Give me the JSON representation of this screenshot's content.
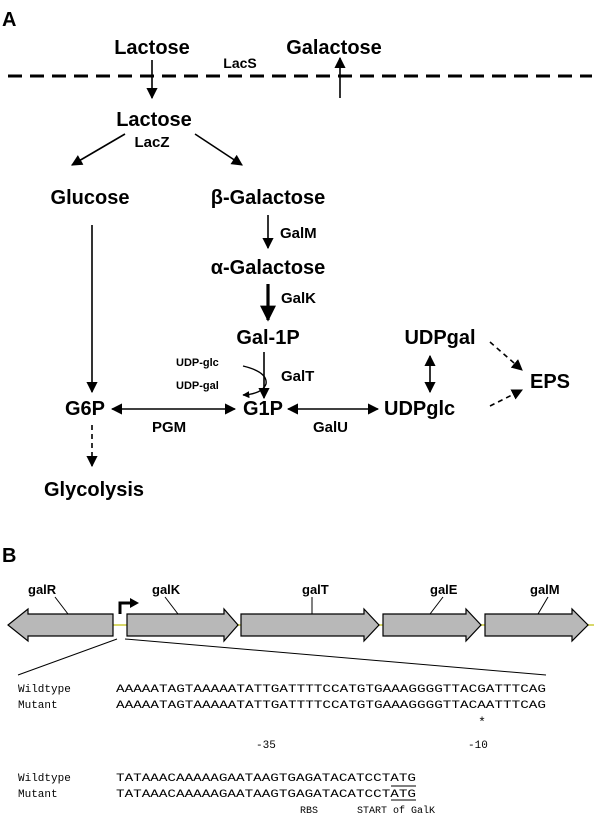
{
  "panel_a": {
    "panel_label": "A",
    "lactose_out": "Lactose",
    "galactose_out": "Galactose",
    "lacs": "LacS",
    "lactose_in": "Lactose",
    "lacz": "LacZ",
    "glucose": "Glucose",
    "beta_galactose": "β-Galactose",
    "galm": "GalM",
    "alpha_galactose": "α-Galactose",
    "galk": "GalK",
    "gal1p": "Gal-1P",
    "udp_glc": "UDP-glc",
    "udp_gal": "UDP-gal",
    "galt": "GalT",
    "udpgal": "UDPgal",
    "eps": "EPS",
    "g6p": "G6P",
    "g1p": "G1P",
    "udpglc": "UDPglc",
    "pgm": "PGM",
    "galu": "GalU",
    "glycolysis": "Glycolysis"
  },
  "panel_b": {
    "panel_label": "B",
    "genes": [
      "galR",
      "galK",
      "galT",
      "galE",
      "galM"
    ],
    "seq_rows": [
      {
        "label": "Wildtype",
        "seq": "AAAAATAGTAAAAATATTGATTTTCCATGTGAAAGGGGTTACGATTTCAG"
      },
      {
        "label": "Mutant",
        "seq": "AAAAATAGTAAAAATATTGATTTTCCATGTGAAAGGGGTTACAATTTCAG"
      },
      {
        "label": "Wildtype",
        "seq": "TATAAACAAAAAGAATAAGTGAGATACATCCTATG"
      },
      {
        "label": "Mutant",
        "seq": "TATAAACAAAAAGAATAAGTGAGATACATCCTATG"
      }
    ],
    "mutation_mark": "*",
    "minus35": "-35",
    "minus10": "-10",
    "rbs": "RBS",
    "start": "START of GalK"
  }
}
